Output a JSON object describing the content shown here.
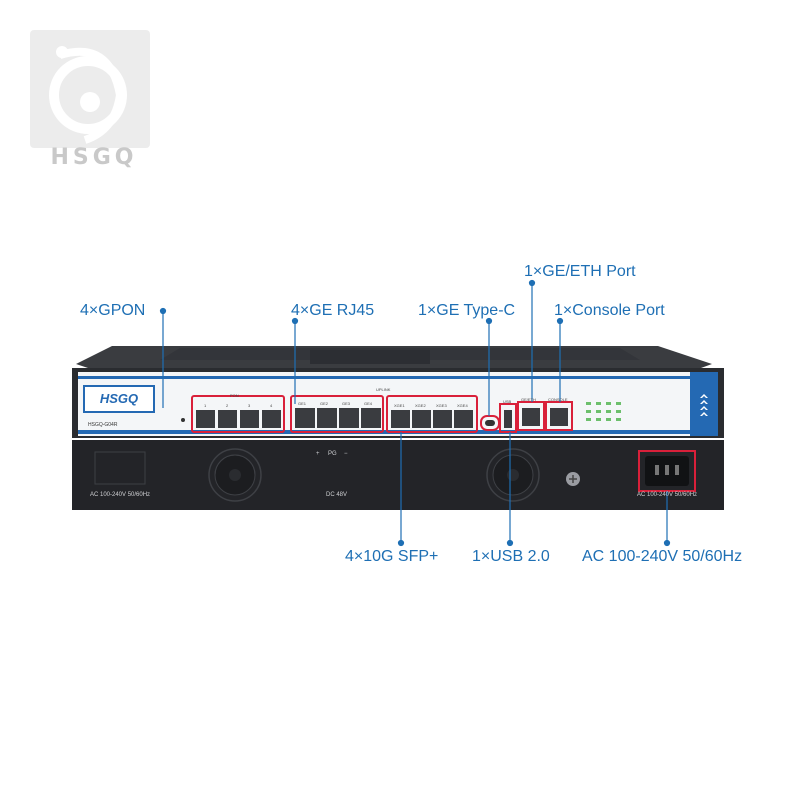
{
  "watermark": {
    "brand": "HSGQ"
  },
  "device": {
    "brand": "HSGQ",
    "model": "HSGQ-G04R",
    "pon_group_label": "PON",
    "pon_numbers": [
      "1",
      "2",
      "3",
      "4"
    ],
    "uplink_label": "UPLINK",
    "ge_labels": [
      "GE1",
      "GE2",
      "GE3",
      "GE4"
    ],
    "sfp_labels": [
      "XGE1",
      "XGE2",
      "XGE3",
      "XGE4"
    ],
    "usb_label": "USB",
    "eth_label": "GE/ETH",
    "console_label": "CONSOLE",
    "ac_rating_left": "AC 100-240V 50/60Hz",
    "ac_rating_right": "AC 100-240V 50/60Hz",
    "dc_label": "DC 48V",
    "pg_label": "PG"
  },
  "callouts": {
    "gpon": "4×GPON",
    "ge_rj45": "4×GE RJ45",
    "type_c": "1×GE Type-C",
    "ge_eth": "1×GE/ETH Port",
    "console": "1×Console Port",
    "sfp": "4×10G SFP+",
    "usb": "1×USB 2.0",
    "ac": "AC 100-240V 50/60Hz"
  },
  "colors": {
    "callout_blue": "#1e6fb4",
    "highlight_red": "#d9203a",
    "panel_white": "#f4f6f8",
    "chassis_dark": "#2a2c30",
    "brand_blue": "#2469b3"
  }
}
